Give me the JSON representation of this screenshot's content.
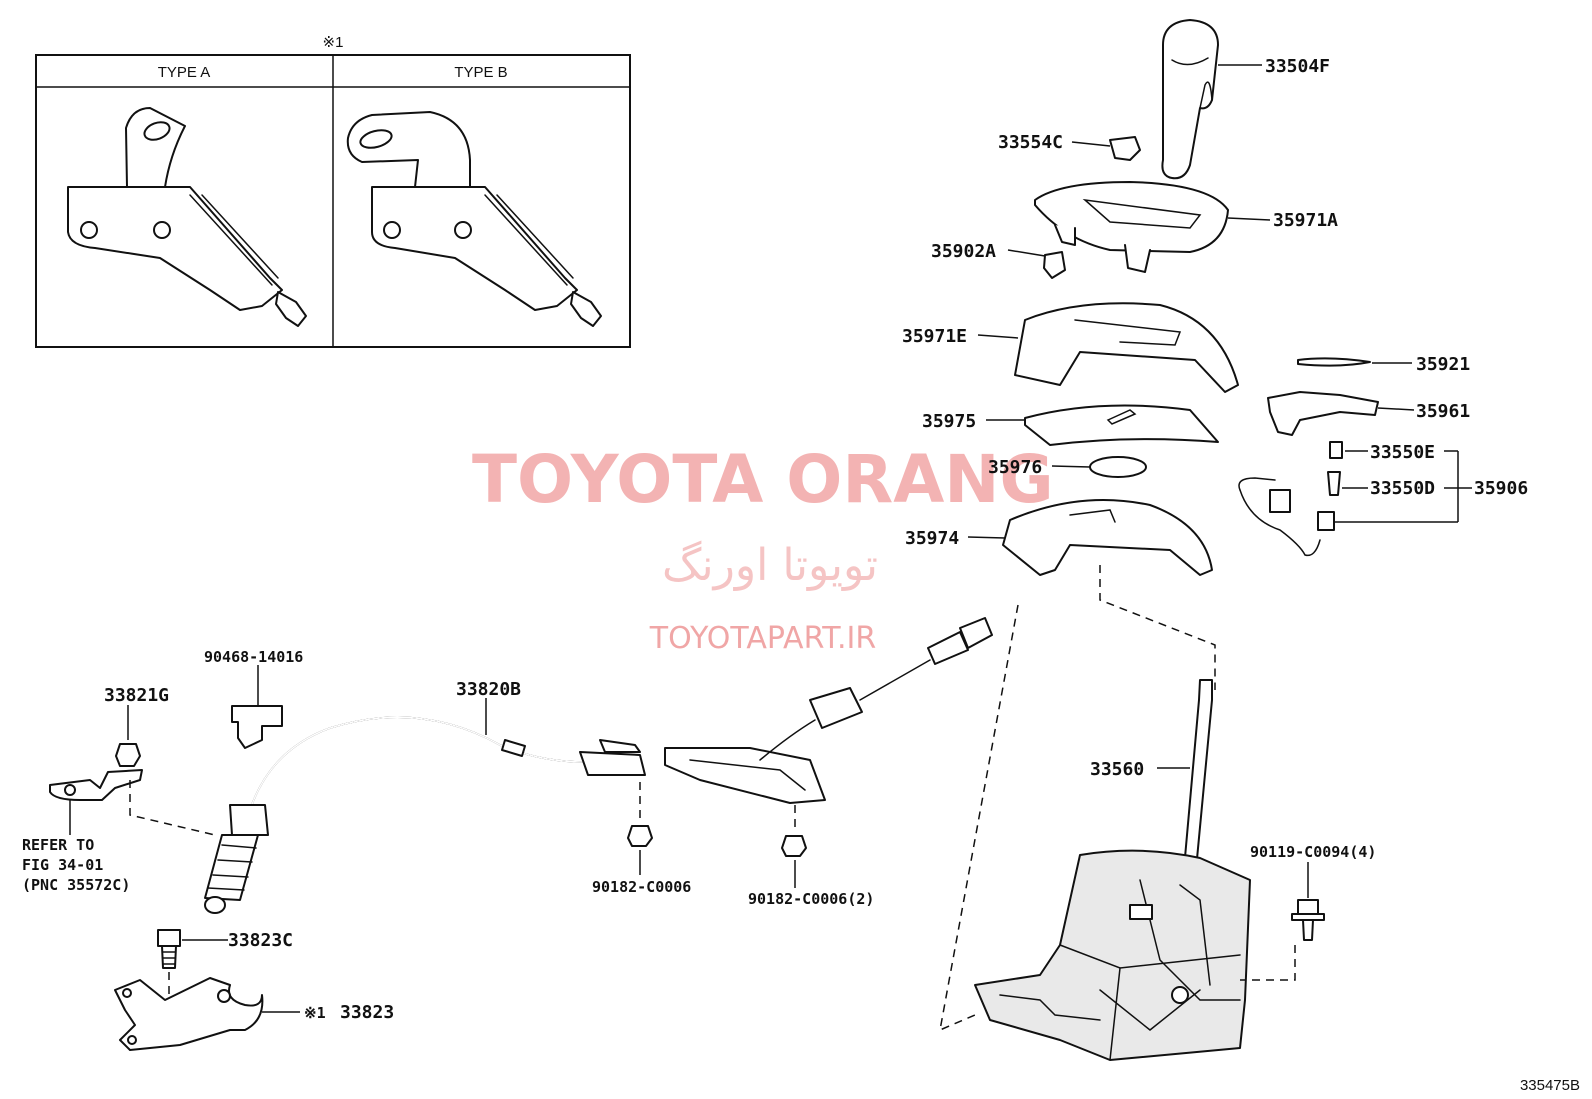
{
  "inset": {
    "note": "※1",
    "type_a": "TYPE A",
    "type_b": "TYPE B"
  },
  "parts": {
    "p33504F": "33504F",
    "p33554C": "33554C",
    "p35971A": "35971A",
    "p35902A": "35902A",
    "p35971E": "35971E",
    "p35921": "35921",
    "p35961": "35961",
    "p35975": "35975",
    "p35976": "35976",
    "p33550E": "33550E",
    "p33550D": "33550D",
    "p35906": "35906",
    "p35974": "35974",
    "p90468": "90468-14016",
    "p33820B": "33820B",
    "p33821G": "33821G",
    "p33560": "33560",
    "p90119": "90119-C0094(4)",
    "p90182a": "90182-C0006",
    "p90182b": "90182-C0006(2)",
    "p33823C": "33823C",
    "p33823_note": "※1",
    "p33823": "33823"
  },
  "refer": {
    "line1": "REFER TO",
    "line2": "FIG 34-01",
    "line3": "(PNC 35572C)"
  },
  "watermark": {
    "brand": "TOYOTA ORANG",
    "persian": "تویوتا اورنگ",
    "url": "TOYOTAPART.IR"
  },
  "diagram_id": "335475B"
}
